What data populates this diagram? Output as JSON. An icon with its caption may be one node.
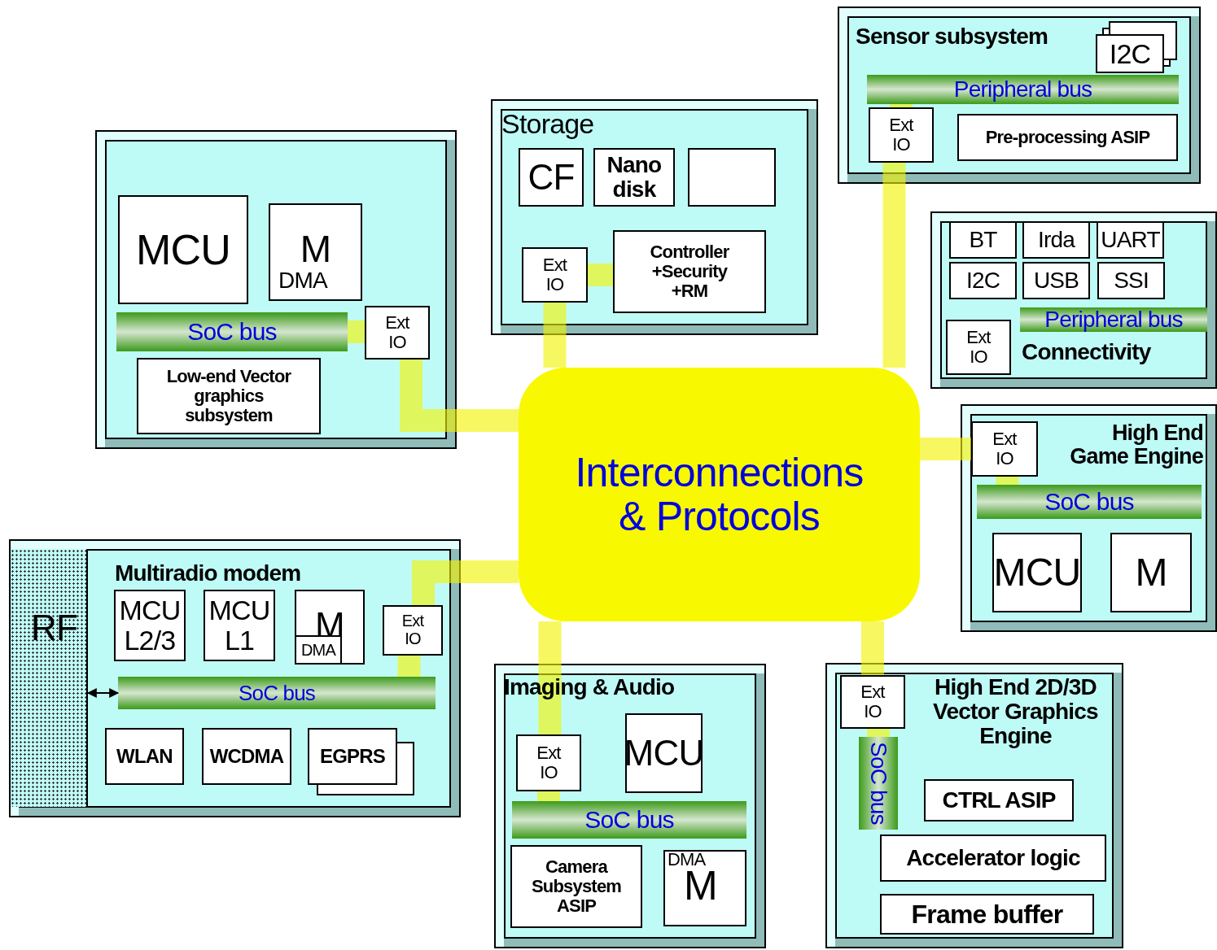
{
  "diagram": {
    "nodes": [
      {
        "text": [],
        "shape": "box"
      },
      {
        "text": [
          "MCU"
        ],
        "in": 0
      },
      {
        "text": [
          "M",
          "DMA"
        ],
        "in": 0
      },
      {
        "text": [
          "SoC bus"
        ],
        "in": 0
      },
      {
        "text": [
          "Ext IO"
        ],
        "in": 0
      },
      {
        "text": [
          "Low-end Vector graphics subsystem"
        ],
        "in": 0
      },
      {
        "text": [
          "Storage"
        ]
      },
      {
        "text": [
          "CF"
        ],
        "in": 6
      },
      {
        "text": [
          "Nano disk"
        ],
        "in": 6
      },
      {
        "text": [],
        "shape": "box",
        "in": 6
      },
      {
        "text": [
          "Ext IO"
        ],
        "in": 6
      },
      {
        "text": [
          "Controller +Security +RM"
        ],
        "in": 6
      },
      {
        "text": [
          "Sensor subsystem"
        ]
      },
      {
        "text": [
          "I2C"
        ],
        "in": 12
      },
      {
        "text": [
          "Peripheral bus"
        ],
        "in": 12
      },
      {
        "text": [
          "Ext IO"
        ],
        "in": 12
      },
      {
        "text": [
          "Pre-processing ASIP"
        ],
        "in": 12
      },
      {
        "text": [
          "Connectivity"
        ]
      },
      {
        "text": [
          "BT"
        ],
        "in": 17
      },
      {
        "text": [
          "Irda"
        ],
        "in": 17
      },
      {
        "text": [
          "UART"
        ],
        "in": 17
      },
      {
        "text": [
          "I2C"
        ],
        "in": 17
      },
      {
        "text": [
          "USB"
        ],
        "in": 17
      },
      {
        "text": [
          "SSI"
        ],
        "in": 17
      },
      {
        "text": [
          "Peripheral bus"
        ],
        "in": 17
      },
      {
        "text": [
          "Ext IO"
        ],
        "in": 17
      },
      {
        "text": [
          "High End Game Engine"
        ]
      },
      {
        "text": [
          "Ext IO"
        ],
        "in": 26
      },
      {
        "text": [
          "SoC bus"
        ],
        "in": 26
      },
      {
        "text": [
          "MCU"
        ],
        "in": 26
      },
      {
        "text": [
          "M"
        ],
        "in": 26
      },
      {
        "text": [
          "Interconnections & Protocols"
        ]
      },
      {
        "text": [
          "Multiradio modem"
        ]
      },
      {
        "text": [
          "RF"
        ],
        "in": 32
      },
      {
        "text": [
          "MCU L2/3"
        ],
        "in": 32
      },
      {
        "text": [
          "MCU L1"
        ],
        "in": 32
      },
      {
        "text": [
          "M",
          "DMA"
        ],
        "in": 32
      },
      {
        "text": [
          "Ext IO"
        ],
        "in": 32
      },
      {
        "text": [
          "SoC bus"
        ],
        "in": 32
      },
      {
        "text": [
          "WLAN"
        ],
        "in": 32
      },
      {
        "text": [
          "WCDMA"
        ],
        "in": 32
      },
      {
        "text": [
          "EGPRS"
        ],
        "in": 32
      },
      {
        "text": [
          "Imaging & Audio"
        ]
      },
      {
        "text": [
          "Ext IO"
        ],
        "in": 42
      },
      {
        "text": [
          "MCU"
        ],
        "in": 42
      },
      {
        "text": [
          "SoC bus"
        ],
        "in": 42
      },
      {
        "text": [
          "Camera Subsystem ASIP"
        ],
        "in": 42
      },
      {
        "text": [
          "DMA",
          "M"
        ],
        "in": 42
      },
      {
        "text": [
          "High End 2D/3D Vector Graphics Engine"
        ]
      },
      {
        "text": [
          "Ext IO"
        ],
        "in": 48
      },
      {
        "text": [
          "SoC bus"
        ],
        "in": 48
      },
      {
        "text": [
          "CTRL ASIP"
        ],
        "in": 48
      },
      {
        "text": [
          "Accelerator logic"
        ],
        "in": 48
      },
      {
        "text": [
          "Frame buffer"
        ],
        "in": 48
      }
    ],
    "edges": [
      {
        "from": 31,
        "to": 4,
        "arrow": "none"
      },
      {
        "from": 4,
        "to": 3,
        "arrow": "none"
      },
      {
        "from": 31,
        "to": 10,
        "arrow": "none"
      },
      {
        "from": 10,
        "to": 11,
        "arrow": "none"
      },
      {
        "from": 31,
        "to": 15,
        "arrow": "none"
      },
      {
        "from": 15,
        "to": 14,
        "arrow": "none"
      },
      {
        "from": 31,
        "to": 27,
        "arrow": "none"
      },
      {
        "from": 27,
        "to": 28,
        "arrow": "none"
      },
      {
        "from": 31,
        "to": 37,
        "arrow": "none"
      },
      {
        "from": 37,
        "to": 38,
        "arrow": "none"
      },
      {
        "from": 31,
        "to": 43,
        "arrow": "none"
      },
      {
        "from": 43,
        "to": 45,
        "arrow": "none"
      },
      {
        "from": 31,
        "to": 49,
        "arrow": "none"
      },
      {
        "from": 49,
        "to": 50,
        "arrow": "none"
      },
      {
        "from": 33,
        "to": 38,
        "arrow": "both",
        "color": "#000000"
      }
    ]
  }
}
